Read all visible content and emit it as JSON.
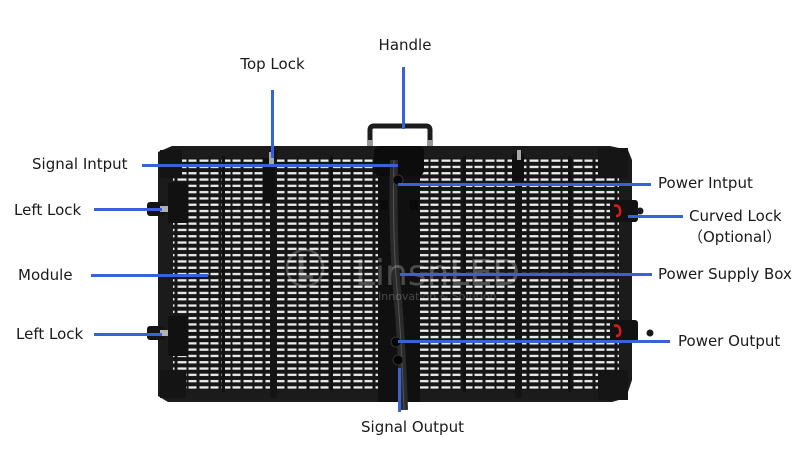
{
  "diagram": {
    "subject": "Transparent LED display cabinet (rear view)",
    "watermark": {
      "brand": "LinsnLED",
      "tagline": "Innovation & Solution"
    },
    "colors": {
      "leader_line": "#3a62d8",
      "cabinet_frame": "#1b1b1b",
      "module_slat": "#e9e9e9",
      "lock_accent": "#d91c1c",
      "label_text": "#1a1a1a",
      "background": "#ffffff"
    },
    "callouts": {
      "handle": {
        "label": "Handle"
      },
      "top_lock": {
        "label": "Top Lock"
      },
      "signal_input": {
        "label": "Signal Intput"
      },
      "left_lock_top": {
        "label": "Left Lock"
      },
      "module": {
        "label": "Module"
      },
      "left_lock_bottom": {
        "label": "Left Lock"
      },
      "power_input": {
        "label": "Power Intput"
      },
      "curved_lock": {
        "label": "Curved Lock",
        "note": "（Optional）"
      },
      "power_supply_box": {
        "label": "Power Supply Box"
      },
      "power_output": {
        "label": "Power Output"
      },
      "signal_output": {
        "label": "Signal Output"
      }
    }
  }
}
